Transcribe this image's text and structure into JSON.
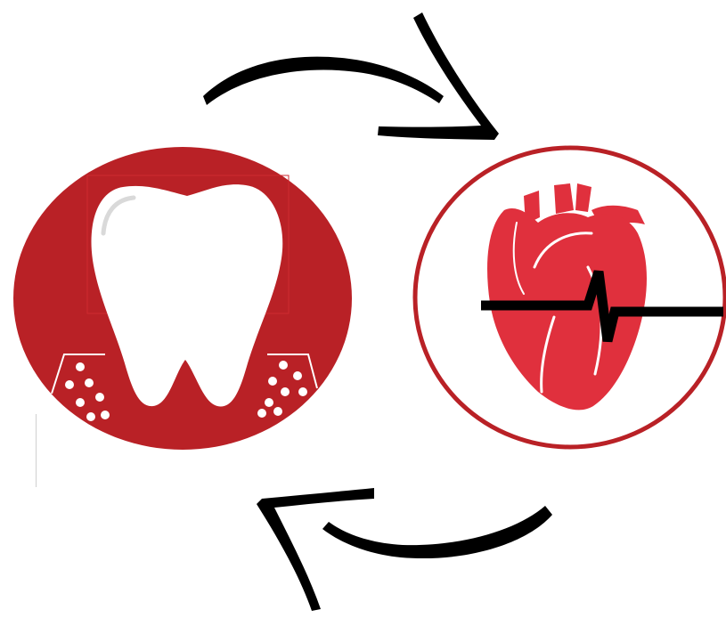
{
  "diagram": {
    "type": "bidirectional-cycle",
    "nodes": [
      {
        "id": "tooth",
        "icon": "tooth-icon",
        "style": "filled-circle",
        "fill": "#b92126",
        "icon_color": "#ffffff"
      },
      {
        "id": "heart",
        "icon": "heart-icon",
        "style": "outlined-circle",
        "stroke": "#b92126",
        "icon_color": "#e0303d",
        "overlay": "ecg-line-icon"
      }
    ],
    "edges": [
      {
        "from": "tooth",
        "to": "heart",
        "label": "",
        "color": "#000000"
      },
      {
        "from": "heart",
        "to": "tooth",
        "label": "",
        "color": "#000000"
      }
    ]
  }
}
